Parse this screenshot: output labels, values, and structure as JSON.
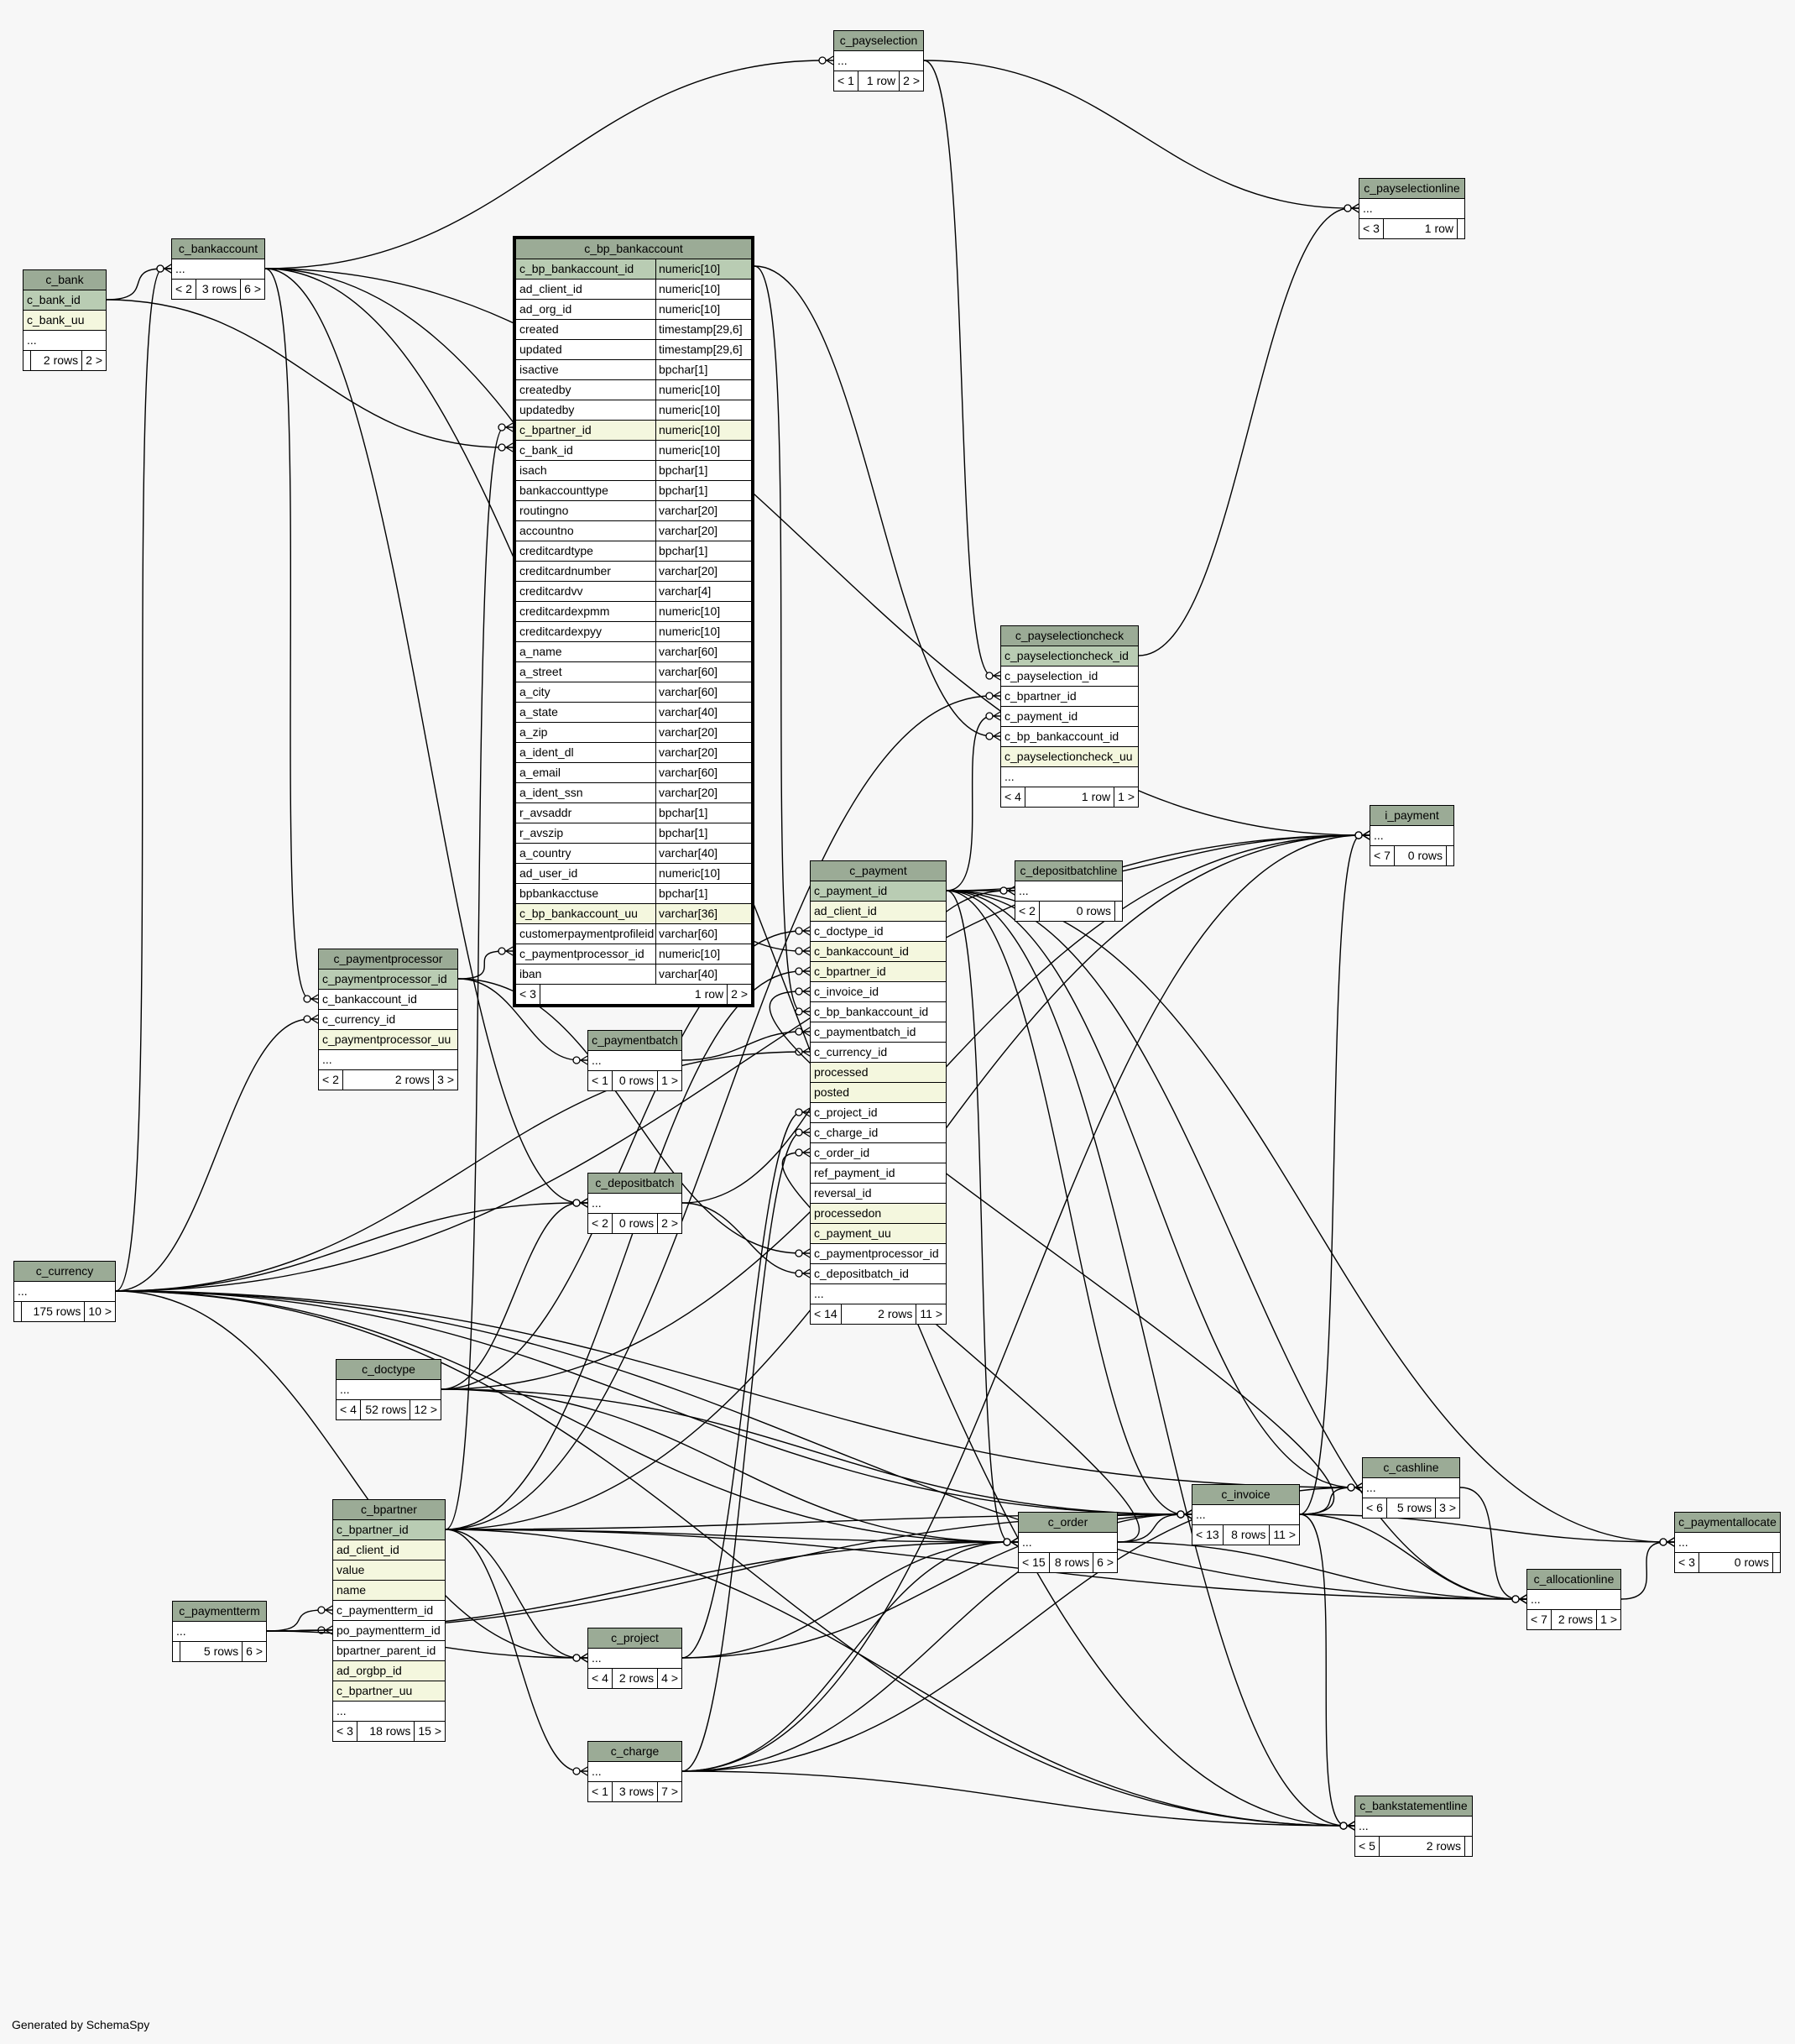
{
  "footer": "Generated by SchemaSpy",
  "colors": {
    "background": "#f7f7f7",
    "header": "#9bab96",
    "primary_key": "#b9ccb3",
    "indexed": "#f4f7de",
    "line": "#000000"
  },
  "tables": [
    {
      "name": "c_payselection",
      "rows": [
        {
          "n": "..."
        }
      ],
      "foot": [
        "< 1",
        "1 row",
        "2 >"
      ]
    },
    {
      "name": "c_payselectionline",
      "rows": [
        {
          "n": "..."
        }
      ],
      "foot": [
        "< 3",
        "1 row",
        ""
      ]
    },
    {
      "name": "c_bankaccount",
      "rows": [
        {
          "n": "..."
        }
      ],
      "foot": [
        "< 2",
        "3 rows",
        "6 >"
      ]
    },
    {
      "name": "c_bank",
      "rows": [
        {
          "n": "c_bank_id",
          "k": "pk"
        },
        {
          "n": "c_bank_uu",
          "k": "idx"
        },
        {
          "n": "..."
        }
      ],
      "foot": [
        "",
        "2 rows",
        "2 >"
      ]
    },
    {
      "name": "c_bp_bankaccount",
      "rows": [
        {
          "n": "c_bp_bankaccount_id",
          "t": "numeric[10]",
          "k": "pk"
        },
        {
          "n": "ad_client_id",
          "t": "numeric[10]"
        },
        {
          "n": "ad_org_id",
          "t": "numeric[10]"
        },
        {
          "n": "created",
          "t": "timestamp[29,6]"
        },
        {
          "n": "updated",
          "t": "timestamp[29,6]"
        },
        {
          "n": "isactive",
          "t": "bpchar[1]"
        },
        {
          "n": "createdby",
          "t": "numeric[10]"
        },
        {
          "n": "updatedby",
          "t": "numeric[10]"
        },
        {
          "n": "c_bpartner_id",
          "t": "numeric[10]",
          "k": "idx"
        },
        {
          "n": "c_bank_id",
          "t": "numeric[10]"
        },
        {
          "n": "isach",
          "t": "bpchar[1]"
        },
        {
          "n": "bankaccounttype",
          "t": "bpchar[1]"
        },
        {
          "n": "routingno",
          "t": "varchar[20]"
        },
        {
          "n": "accountno",
          "t": "varchar[20]"
        },
        {
          "n": "creditcardtype",
          "t": "bpchar[1]"
        },
        {
          "n": "creditcardnumber",
          "t": "varchar[20]"
        },
        {
          "n": "creditcardvv",
          "t": "varchar[4]"
        },
        {
          "n": "creditcardexpmm",
          "t": "numeric[10]"
        },
        {
          "n": "creditcardexpyy",
          "t": "numeric[10]"
        },
        {
          "n": "a_name",
          "t": "varchar[60]"
        },
        {
          "n": "a_street",
          "t": "varchar[60]"
        },
        {
          "n": "a_city",
          "t": "varchar[60]"
        },
        {
          "n": "a_state",
          "t": "varchar[40]"
        },
        {
          "n": "a_zip",
          "t": "varchar[20]"
        },
        {
          "n": "a_ident_dl",
          "t": "varchar[20]"
        },
        {
          "n": "a_email",
          "t": "varchar[60]"
        },
        {
          "n": "a_ident_ssn",
          "t": "varchar[20]"
        },
        {
          "n": "r_avsaddr",
          "t": "bpchar[1]"
        },
        {
          "n": "r_avszip",
          "t": "bpchar[1]"
        },
        {
          "n": "a_country",
          "t": "varchar[40]"
        },
        {
          "n": "ad_user_id",
          "t": "numeric[10]"
        },
        {
          "n": "bpbankacctuse",
          "t": "bpchar[1]"
        },
        {
          "n": "c_bp_bankaccount_uu",
          "t": "varchar[36]",
          "k": "idx"
        },
        {
          "n": "customerpaymentprofileid",
          "t": "varchar[60]"
        },
        {
          "n": "c_paymentprocessor_id",
          "t": "numeric[10]"
        },
        {
          "n": "iban",
          "t": "varchar[40]"
        }
      ],
      "foot": [
        "< 3",
        "1 row",
        "2 >"
      ]
    },
    {
      "name": "c_payselectioncheck",
      "rows": [
        {
          "n": "c_payselectioncheck_id",
          "k": "pk"
        },
        {
          "n": "c_payselection_id"
        },
        {
          "n": "c_bpartner_id"
        },
        {
          "n": "c_payment_id"
        },
        {
          "n": "c_bp_bankaccount_id"
        },
        {
          "n": "c_payselectioncheck_uu",
          "k": "idx"
        },
        {
          "n": "..."
        }
      ],
      "foot": [
        "< 4",
        "1 row",
        "1 >"
      ]
    },
    {
      "name": "i_payment",
      "rows": [
        {
          "n": "..."
        }
      ],
      "foot": [
        "< 7",
        "0 rows",
        ""
      ]
    },
    {
      "name": "c_depositbatchline",
      "rows": [
        {
          "n": "..."
        }
      ],
      "foot": [
        "< 2",
        "0 rows",
        ""
      ]
    },
    {
      "name": "c_payment",
      "rows": [
        {
          "n": "c_payment_id",
          "k": "pk"
        },
        {
          "n": "ad_client_id",
          "k": "idx"
        },
        {
          "n": "c_doctype_id"
        },
        {
          "n": "c_bankaccount_id",
          "k": "idx"
        },
        {
          "n": "c_bpartner_id",
          "k": "idx"
        },
        {
          "n": "c_invoice_id"
        },
        {
          "n": "c_bp_bankaccount_id"
        },
        {
          "n": "c_paymentbatch_id"
        },
        {
          "n": "c_currency_id"
        },
        {
          "n": "processed",
          "k": "idx"
        },
        {
          "n": "posted",
          "k": "idx"
        },
        {
          "n": "c_project_id"
        },
        {
          "n": "c_charge_id"
        },
        {
          "n": "c_order_id"
        },
        {
          "n": "ref_payment_id"
        },
        {
          "n": "reversal_id"
        },
        {
          "n": "processedon",
          "k": "idx"
        },
        {
          "n": "c_payment_uu",
          "k": "idx"
        },
        {
          "n": "c_paymentprocessor_id"
        },
        {
          "n": "c_depositbatch_id"
        },
        {
          "n": "..."
        }
      ],
      "foot": [
        "< 14",
        "2 rows",
        "11 >"
      ]
    },
    {
      "name": "c_paymentprocessor",
      "rows": [
        {
          "n": "c_paymentprocessor_id",
          "k": "pk"
        },
        {
          "n": "c_bankaccount_id"
        },
        {
          "n": "c_currency_id"
        },
        {
          "n": "c_paymentprocessor_uu",
          "k": "idx"
        },
        {
          "n": "..."
        }
      ],
      "foot": [
        "< 2",
        "2 rows",
        "3 >"
      ]
    },
    {
      "name": "c_paymentbatch",
      "rows": [
        {
          "n": "..."
        }
      ],
      "foot": [
        "< 1",
        "0 rows",
        "1 >"
      ]
    },
    {
      "name": "c_depositbatch",
      "rows": [
        {
          "n": "..."
        }
      ],
      "foot": [
        "< 2",
        "0 rows",
        "2 >"
      ]
    },
    {
      "name": "c_currency",
      "rows": [
        {
          "n": "..."
        }
      ],
      "foot": [
        "",
        "175 rows",
        "10 >"
      ]
    },
    {
      "name": "c_doctype",
      "rows": [
        {
          "n": "..."
        }
      ],
      "foot": [
        "< 4",
        "52 rows",
        "12 >"
      ]
    },
    {
      "name": "c_bpartner",
      "rows": [
        {
          "n": "c_bpartner_id",
          "k": "pk"
        },
        {
          "n": "ad_client_id",
          "k": "idx"
        },
        {
          "n": "value",
          "k": "idx"
        },
        {
          "n": "name",
          "k": "idx"
        },
        {
          "n": "c_paymentterm_id"
        },
        {
          "n": "po_paymentterm_id"
        },
        {
          "n": "bpartner_parent_id"
        },
        {
          "n": "ad_orgbp_id",
          "k": "idx"
        },
        {
          "n": "c_bpartner_uu",
          "k": "idx"
        },
        {
          "n": "..."
        }
      ],
      "foot": [
        "< 3",
        "18 rows",
        "15 >"
      ]
    },
    {
      "name": "c_paymentterm",
      "rows": [
        {
          "n": "..."
        }
      ],
      "foot": [
        "",
        "5 rows",
        "6 >"
      ]
    },
    {
      "name": "c_project",
      "rows": [
        {
          "n": "..."
        }
      ],
      "foot": [
        "< 4",
        "2 rows",
        "4 >"
      ]
    },
    {
      "name": "c_charge",
      "rows": [
        {
          "n": "..."
        }
      ],
      "foot": [
        "< 1",
        "3 rows",
        "7 >"
      ]
    },
    {
      "name": "c_order",
      "rows": [
        {
          "n": "..."
        }
      ],
      "foot": [
        "< 15",
        "8 rows",
        "6 >"
      ]
    },
    {
      "name": "c_invoice",
      "rows": [
        {
          "n": "..."
        }
      ],
      "foot": [
        "< 13",
        "8 rows",
        "11 >"
      ]
    },
    {
      "name": "c_cashline",
      "rows": [
        {
          "n": "..."
        }
      ],
      "foot": [
        "< 6",
        "5 rows",
        "3 >"
      ]
    },
    {
      "name": "c_paymentallocate",
      "rows": [
        {
          "n": "..."
        }
      ],
      "foot": [
        "< 3",
        "0 rows",
        ""
      ]
    },
    {
      "name": "c_allocationline",
      "rows": [
        {
          "n": "..."
        }
      ],
      "foot": [
        "< 7",
        "2 rows",
        "1 >"
      ]
    },
    {
      "name": "c_bankstatementline",
      "rows": [
        {
          "n": "..."
        }
      ],
      "foot": [
        "< 5",
        "2 rows",
        ""
      ]
    }
  ]
}
